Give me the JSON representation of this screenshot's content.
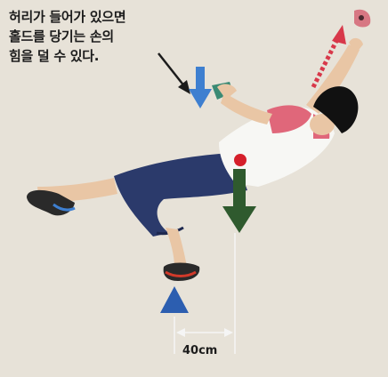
{
  "caption": {
    "lines": [
      "허리가 들어가 있으면",
      "홀드를 당기는 손의",
      "힘을 덜 수 있다."
    ]
  },
  "dimension": {
    "label": "40cm"
  },
  "colors": {
    "background": "#e7e2d8",
    "shirt": "#f7f7f4",
    "shirt_accent": "#e0677a",
    "pants": "#2b3a6b",
    "skin": "#e9c6a5",
    "hair": "#111111",
    "shoe": "#2a2a2a",
    "shoe_accent": "#d23a2a",
    "center_of_gravity_arrow": "#2f5a2e",
    "center_of_gravity_dot": "#d51f2a",
    "waist_arrow": "#3e7fd0",
    "pull_arrow": "#d8384a",
    "foot_marker": "#2c5eb0",
    "hold_left": "#3a8a74",
    "hold_right": "#d77783"
  },
  "icons": {
    "pointer": "black-arrow-icon",
    "waist": "blue-down-arrow-icon",
    "gravity": "green-down-arrow-icon",
    "pull": "red-up-arrow-icon",
    "foot": "blue-triangle-icon"
  }
}
